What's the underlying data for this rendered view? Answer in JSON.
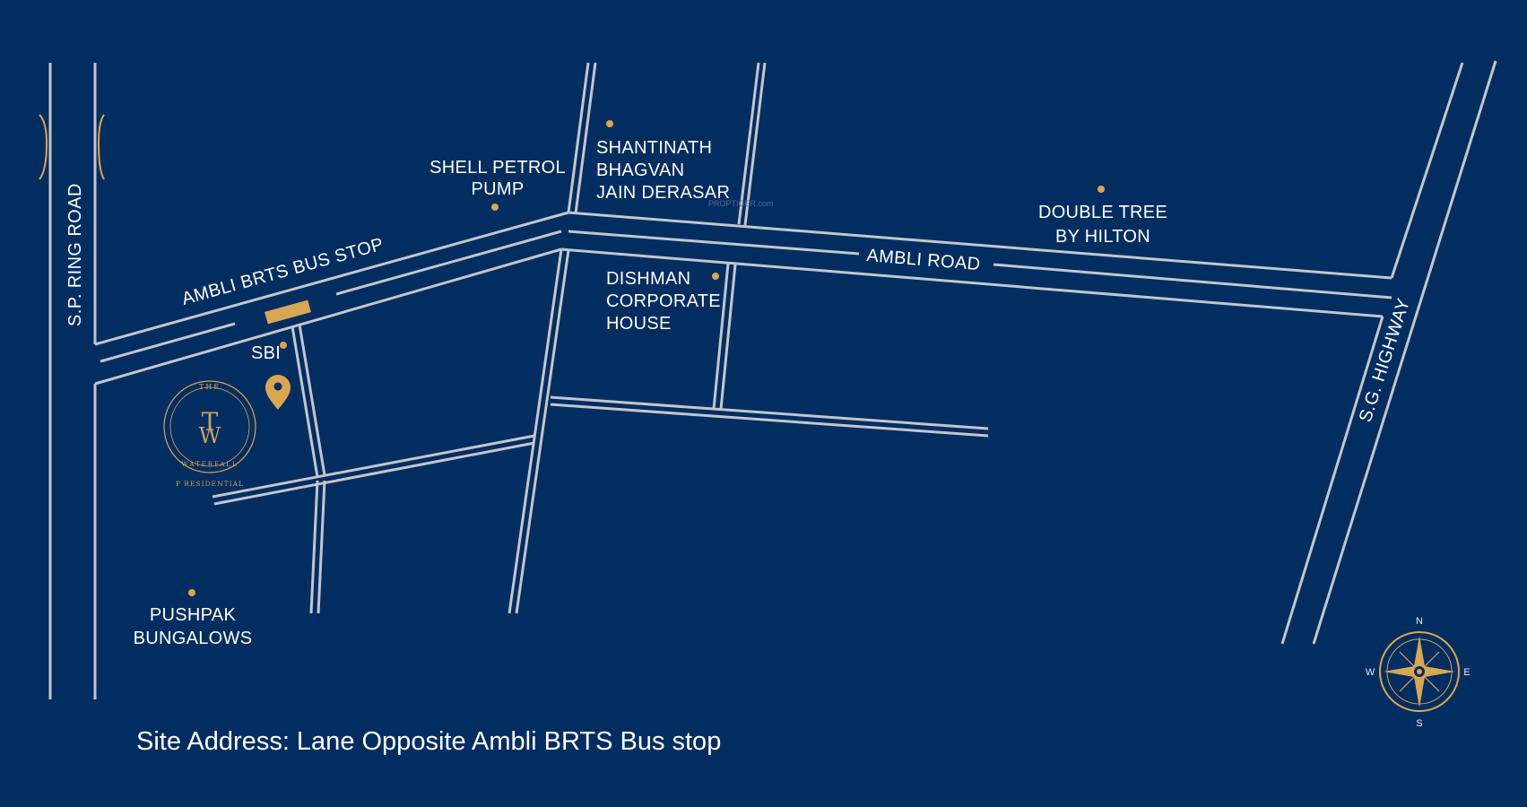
{
  "roads": {
    "sp_ring_road": "S.P. RING ROAD",
    "ambli_brts_bus_stop": "AMBLI BRTS BUS STOP",
    "ambli_road": "AMBLI ROAD",
    "sg_highway": "S.G. HIGHWAY"
  },
  "landmarks": {
    "shell_petrol_pump": [
      "SHELL PETROL",
      "PUMP"
    ],
    "shantinath": [
      "SHANTINATH",
      "BHAGVAN",
      "JAIN DERASAR"
    ],
    "double_tree": [
      "DOUBLE TREE",
      "BY HILTON"
    ],
    "dishman": [
      "DISHMAN",
      "CORPORATE",
      "HOUSE"
    ],
    "sbi": "SBI",
    "pushpak": [
      "PUSHPAK",
      "BUNGALOWS"
    ]
  },
  "logo": {
    "top": "THE",
    "monogram_top": "T",
    "monogram_bottom": "W",
    "bottom": "WATERFALL",
    "caption": "P RESIDENTIAL"
  },
  "compass": {
    "n": "N",
    "e": "E",
    "s": "S",
    "w": "W"
  },
  "watermark": "PROPTIGER.com",
  "site_address": "Site Address: Lane Opposite Ambli BRTS Bus stop",
  "colors": {
    "background": "#022d61",
    "road": "#c3c6cc",
    "accent": "#d9a652",
    "text": "#ffffff"
  }
}
